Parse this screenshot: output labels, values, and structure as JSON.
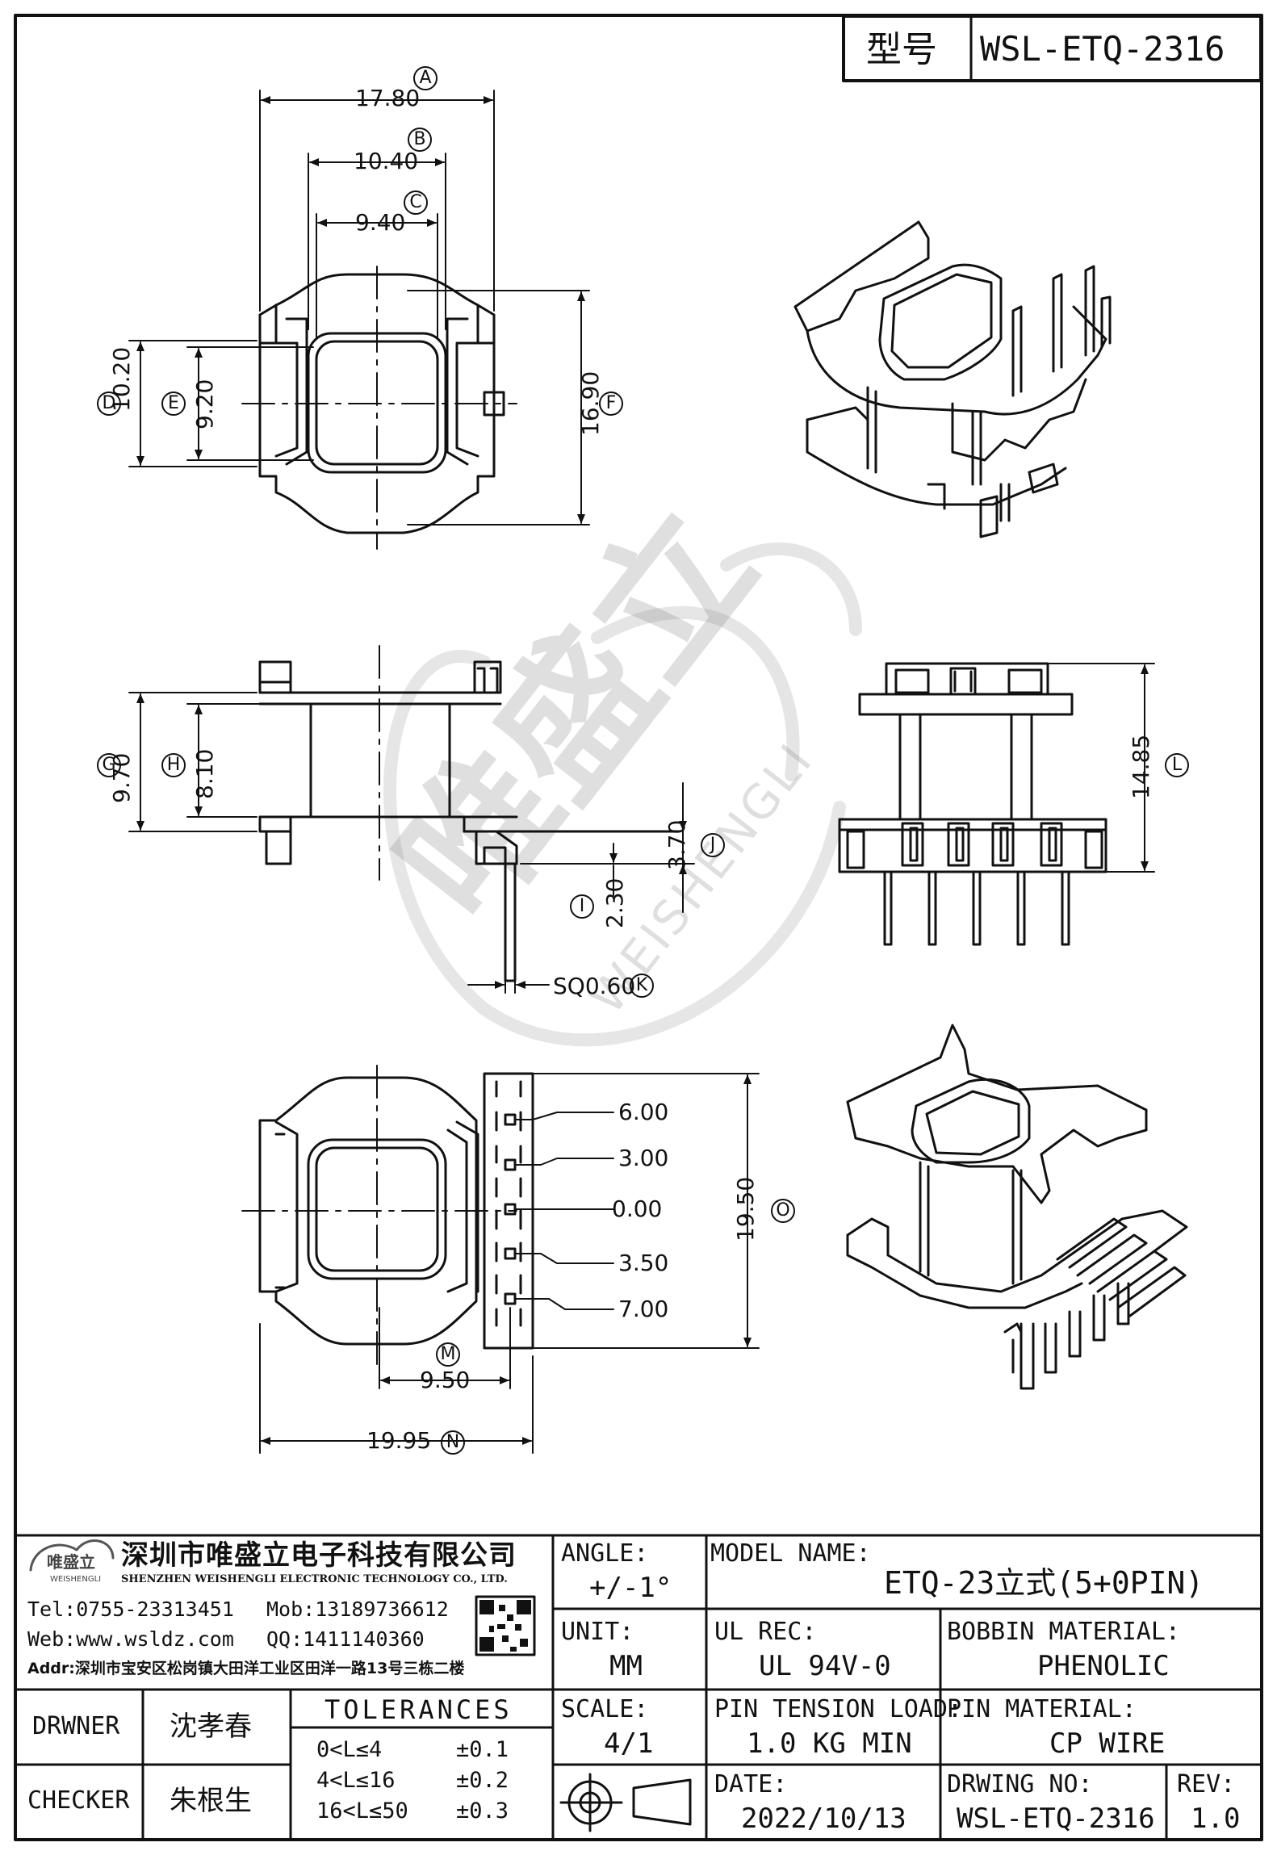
{
  "title_block_top": {
    "type_label": "型号",
    "model": "WSL-ETQ-2316"
  },
  "watermark": {
    "brand": "唯盛立",
    "roman": "WEISHENGLI"
  },
  "dimensions": {
    "A": {
      "value": "17.80",
      "letter": "A"
    },
    "B": {
      "value": "10.40",
      "letter": "B"
    },
    "C": {
      "value": "9.40",
      "letter": "C"
    },
    "D": {
      "value": "10.20",
      "letter": "D"
    },
    "E": {
      "value": "9.20",
      "letter": "E"
    },
    "F": {
      "value": "16.90",
      "letter": "F"
    },
    "G": {
      "value": "9.70",
      "letter": "G"
    },
    "H": {
      "value": "8.10",
      "letter": "H"
    },
    "I": {
      "value": "2.30",
      "letter": "I"
    },
    "J": {
      "value": "3.70",
      "letter": "J"
    },
    "K": {
      "value": "SQ0.60",
      "letter": "K"
    },
    "L": {
      "value": "14.85",
      "letter": "L"
    },
    "M": {
      "value": "9.50",
      "letter": "M"
    },
    "N": {
      "value": "19.95",
      "letter": "N"
    },
    "O": {
      "value": "19.50",
      "letter": "O"
    }
  },
  "pin_positions": [
    "6.00",
    "3.00",
    "0.00",
    "3.50",
    "7.00"
  ],
  "company": {
    "logo_text": "唯盛立",
    "logo_sub": "WEISHENGLI",
    "name_cn": "深圳市唯盛立电子科技有限公司",
    "name_en": "SHENZHEN WEISHENGLI ELECTRONIC TECHNOLOGY CO., LTD.",
    "tel": "Tel:0755-23313451",
    "mob": "Mob:13189736612",
    "web": "Web:www.wsldz.com",
    "qq": "QQ:1411140360",
    "addr": "Addr:深圳市宝安区松岗镇大田洋工业区田洋一路13号三栋二楼"
  },
  "title_block": {
    "angle_label": "ANGLE:",
    "angle_value": "+/-1°",
    "model_name_label": "MODEL NAME:",
    "model_name_value": "ETQ-23立式(5+0PIN)",
    "unit_label": "UNIT:",
    "unit_value": "MM",
    "ul_label": "UL REC:",
    "ul_value": "UL 94V-0",
    "bobbin_label": "BOBBIN MATERIAL:",
    "bobbin_value": "PHENOLIC",
    "drawer_label": "DRWNER",
    "drawer_value": "沈孝春",
    "checker_label": "CHECKER",
    "checker_value": "朱根生",
    "tolerances_label": "TOLERANCES",
    "tolerances": [
      {
        "range": "0<L≤4",
        "tol": "±0.1"
      },
      {
        "range": "4<L≤16",
        "tol": "±0.2"
      },
      {
        "range": "16<L≤50",
        "tol": "±0.3"
      }
    ],
    "scale_label": "SCALE:",
    "scale_value": "4/1",
    "pin_tension_label": "PIN TENSION LOAD:",
    "pin_tension_value": "1.0 KG MIN",
    "pin_material_label": "PIN MATERIAL:",
    "pin_material_value": "CP WIRE",
    "date_label": "DATE:",
    "date_value": "2022/10/13",
    "drawing_no_label": "DRWING NO:",
    "drawing_no_value": "WSL-ETQ-2316",
    "rev_label": "REV:",
    "rev_value": "1.0"
  }
}
